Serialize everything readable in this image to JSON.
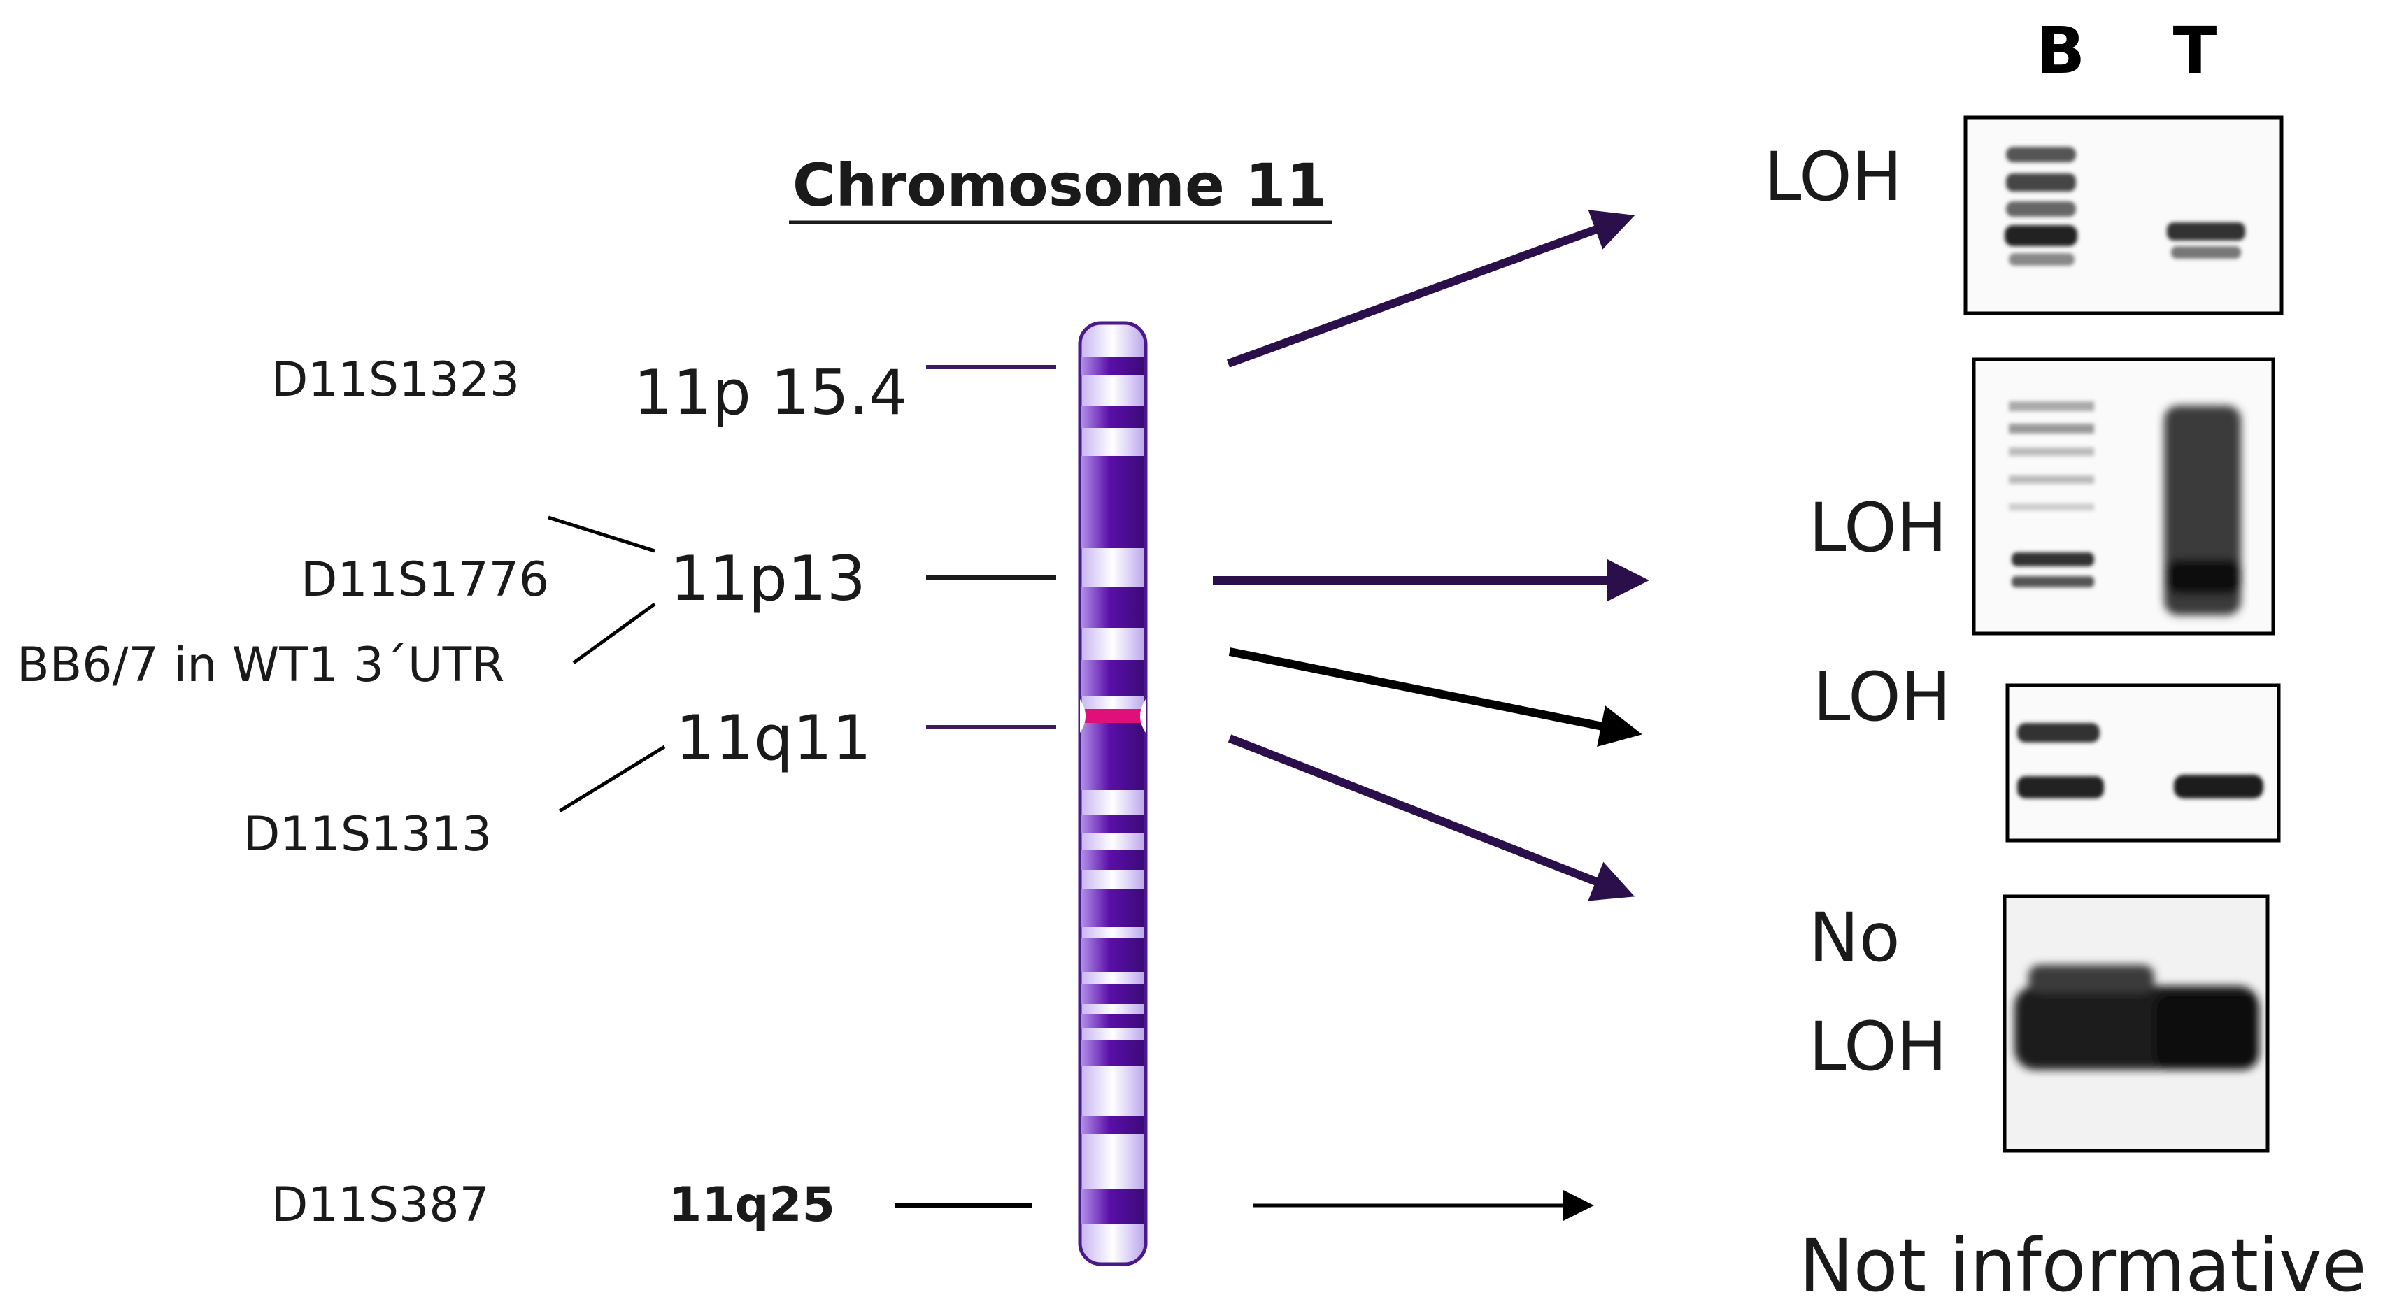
{
  "title": "Chromosome 11",
  "markers": [
    {
      "marker": "D11S1323",
      "band": "11p 15.4"
    },
    {
      "marker": "D11S1776",
      "band": "11p13"
    },
    {
      "marker": "BB6/7 in WT1 3´UTR",
      "band": ""
    },
    {
      "marker": "D11S1313",
      "band": "11q11"
    },
    {
      "marker": "D11S387",
      "band": "11q25"
    }
  ],
  "lanes": {
    "blood": "B",
    "tumor": "T"
  },
  "results": [
    {
      "lines": [
        "LOH"
      ]
    },
    {
      "lines": [
        "LOH"
      ]
    },
    {
      "lines": [
        "LOH"
      ]
    },
    {
      "lines": [
        "No",
        "LOH"
      ]
    },
    {
      "lines": [
        "Not informative"
      ]
    }
  ],
  "colors": {
    "chromosome_dark": "#5a0fa8",
    "chromosome_light": "#ece4ff",
    "centromere": "#e0107a",
    "arrow": "#2a0f4a",
    "text": "#1a1a1a"
  }
}
